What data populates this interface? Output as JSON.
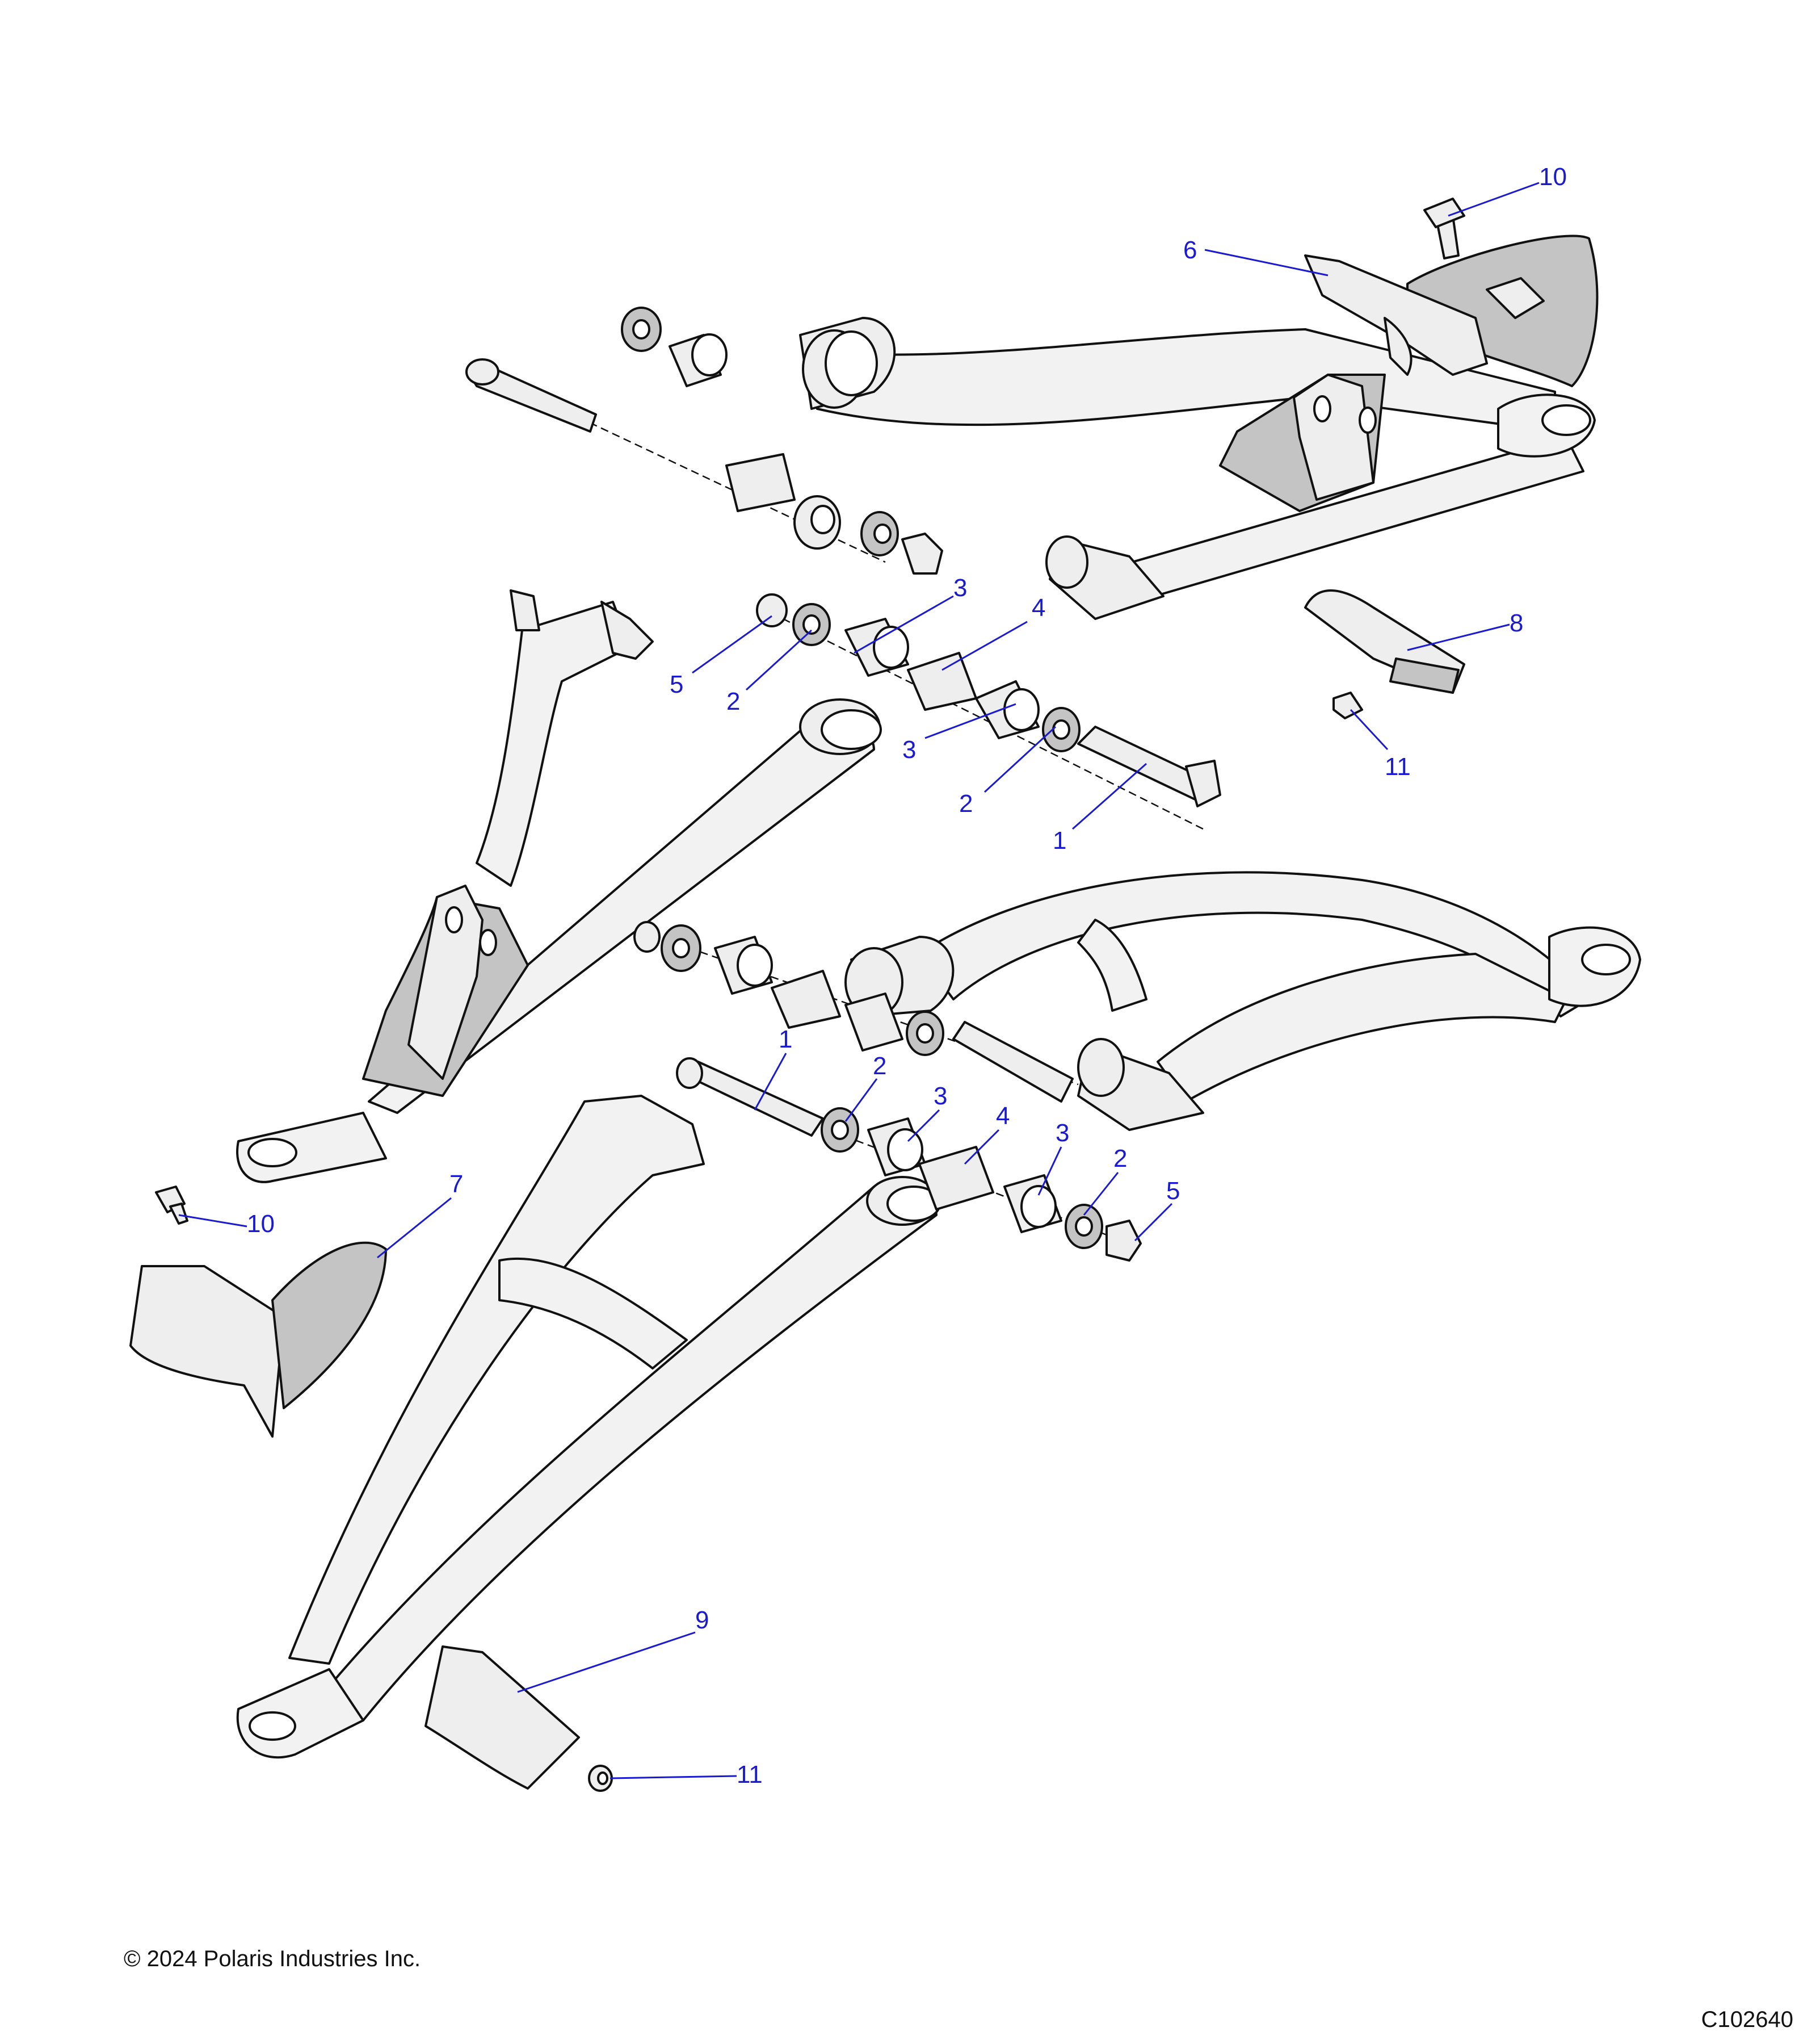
{
  "copyright": "© 2024 Polaris Industries Inc.",
  "drawing_id": "C102640",
  "callouts": [
    {
      "id": "c10a",
      "label": "10"
    },
    {
      "id": "c6",
      "label": "6"
    },
    {
      "id": "c3a",
      "label": "3"
    },
    {
      "id": "c4a",
      "label": "4"
    },
    {
      "id": "c5a",
      "label": "5"
    },
    {
      "id": "c2a",
      "label": "2"
    },
    {
      "id": "c3b",
      "label": "3"
    },
    {
      "id": "c2b",
      "label": "2"
    },
    {
      "id": "c1a",
      "label": "1"
    },
    {
      "id": "c8",
      "label": "8"
    },
    {
      "id": "c11a",
      "label": "11"
    },
    {
      "id": "c1b",
      "label": "1"
    },
    {
      "id": "c2c",
      "label": "2"
    },
    {
      "id": "c3c",
      "label": "3"
    },
    {
      "id": "c4b",
      "label": "4"
    },
    {
      "id": "c3d",
      "label": "3"
    },
    {
      "id": "c2d",
      "label": "2"
    },
    {
      "id": "c5b",
      "label": "5"
    },
    {
      "id": "c7",
      "label": "7"
    },
    {
      "id": "c10b",
      "label": "10"
    },
    {
      "id": "c9",
      "label": "9"
    },
    {
      "id": "c11b",
      "label": "11"
    }
  ]
}
